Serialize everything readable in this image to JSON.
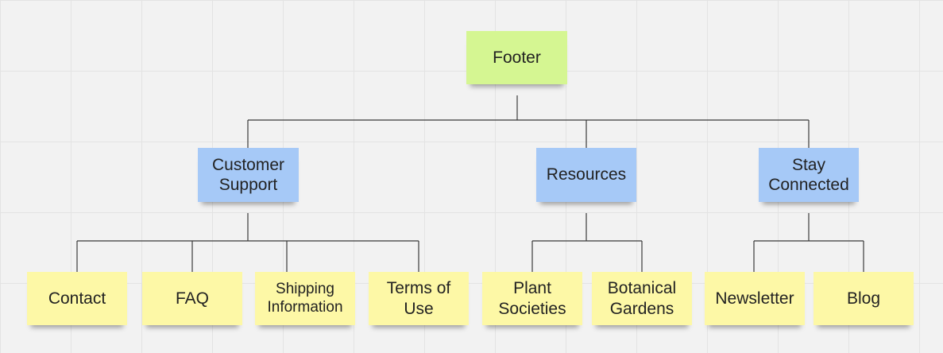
{
  "colors": {
    "root": "#d5f692",
    "category": "#a6c9f7",
    "leaf": "#fdf8a6",
    "connector": "#3a3a3a"
  },
  "root": {
    "label": "Footer"
  },
  "categories": [
    {
      "label": "Customer\nSupport",
      "children": [
        "Contact",
        "FAQ",
        "Shipping\nInformation",
        "Terms of\nUse"
      ]
    },
    {
      "label": "Resources",
      "children": [
        "Plant\nSocieties",
        "Botanical\nGardens"
      ]
    },
    {
      "label": "Stay\nConnected",
      "children": [
        "Newsletter",
        "Blog"
      ]
    }
  ]
}
